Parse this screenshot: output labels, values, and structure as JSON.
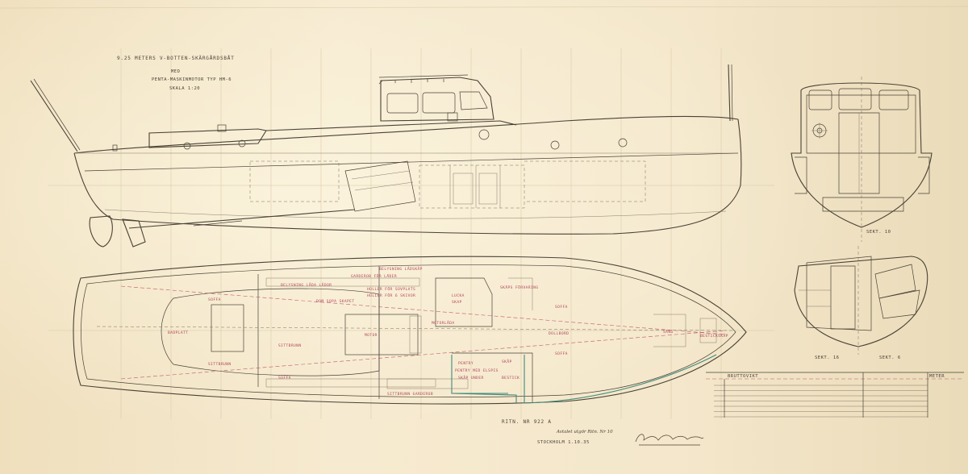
{
  "title": {
    "line1": "9.25 METERS V-BOTTEN-SKÄRGÅRDSBÅT",
    "line2": "MED",
    "line3": "PENTA-MASKINMOTOR TYP HM-6",
    "line4": "SKALA 1:20"
  },
  "sections": {
    "section_top": "SEKT. 10",
    "section_left": "SEKT. 16",
    "section_right": "SEKT. 6"
  },
  "plan_labels": {
    "l1": "BELYSNING LÅDSKÅP",
    "l2": "BELYSNING LÅDA LÅDOR",
    "l3": "GARDEROB FÖR LÄDER",
    "l4": "HOLLER FÖR SOVPLATS",
    "l5": "HOLLER FÖR 6 SKIVOR",
    "l6": "LUCKA",
    "l7": "DOM SOPA SKAPET",
    "l8": "SKAP",
    "l9": "SKÄPS FÖRVARING",
    "l10": "SOFFA",
    "l11": "SOFFA",
    "l12": "BADPLATT",
    "l13": "SITTBRUNN",
    "l14": "MOTOR",
    "l15": "MOTORLÅDA",
    "l16": "SITTBRUNN",
    "l17": "SOFFA",
    "l18": "SÄNG",
    "l19": "SOFFA",
    "l20": "DOLLBORD",
    "l21": "SITTBRUNN GARDEROB",
    "l22": "PENTRY",
    "l23": "PENTRY MED ELSPIS",
    "l24": "SKÅP UNDER",
    "l25": "SKÅP",
    "l26": "BESTICK",
    "l27": "BESTICKSKÅP"
  },
  "stamp": {
    "ritn_no": "RITN. NR 922 A",
    "note": "Avtalet utgör Ritn. Nr 10",
    "place_date": "STOCKHOLM 1.10.35"
  },
  "table": {
    "heading": "BRUTTOVIKT",
    "col_right": "METER"
  }
}
